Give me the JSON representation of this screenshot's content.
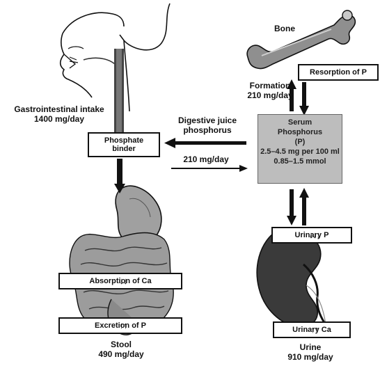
{
  "labels": {
    "bone": "Bone",
    "resorption": "Resorption of P",
    "formation_line1": "Formation",
    "formation_line2": "210 mg/day",
    "gi_intake_line1": "Gastrointestinal intake",
    "gi_intake_line2": "1400 mg/day",
    "digestive_line1": "Digestive juice",
    "digestive_line2": "phosphorus",
    "flow_210": "210 mg/day",
    "phosphate_binder_line1": "Phosphate",
    "phosphate_binder_line2": "binder",
    "absorption_ca": "Absorption of Ca",
    "absorption_ca_arrows": "↓↓",
    "excretion_p": "Excretion of P",
    "excretion_p_arrows": "↑↑",
    "stool_line1": "Stool",
    "stool_line2": "490 mg/day",
    "urinary_p": "Urinary P",
    "urinary_p_arrows": "↓↓↓",
    "urinary_ca": "Urinary Ca",
    "urinary_ca_arrows": "↑↑",
    "urine_line1": "Urine",
    "urine_line2": "910 mg/day"
  },
  "serum": {
    "line1": "Serum",
    "line2": "Phosphorus",
    "line3": "(P)",
    "line4": "2.5–4.5 mg per 100 ml",
    "line5": "0.85–1.5 mmol"
  },
  "colors": {
    "ink": "#111111",
    "serum_fill": "#bdbdbd",
    "organ_fill": "#9a9a9a"
  }
}
